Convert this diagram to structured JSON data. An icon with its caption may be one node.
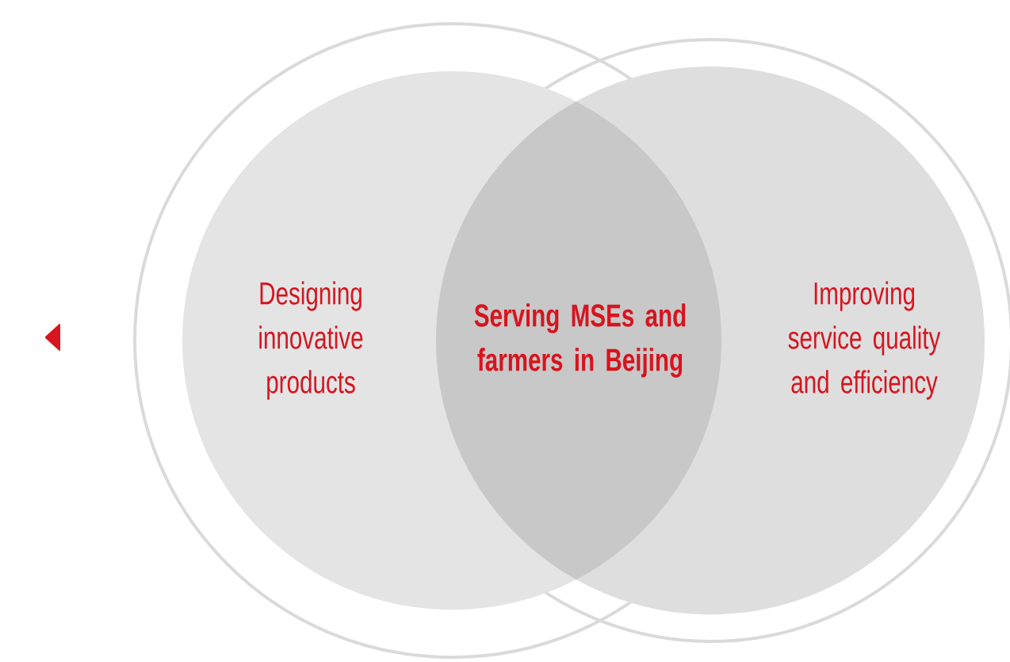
{
  "diagram": {
    "nodes": [
      {
        "text": [
          "Designing innovative products"
        ]
      },
      {
        "text": [
          "Serving MSEs and farmers in Beijing"
        ]
      },
      {
        "text": [
          "Improving service quality and efficiency"
        ]
      }
    ]
  }
}
